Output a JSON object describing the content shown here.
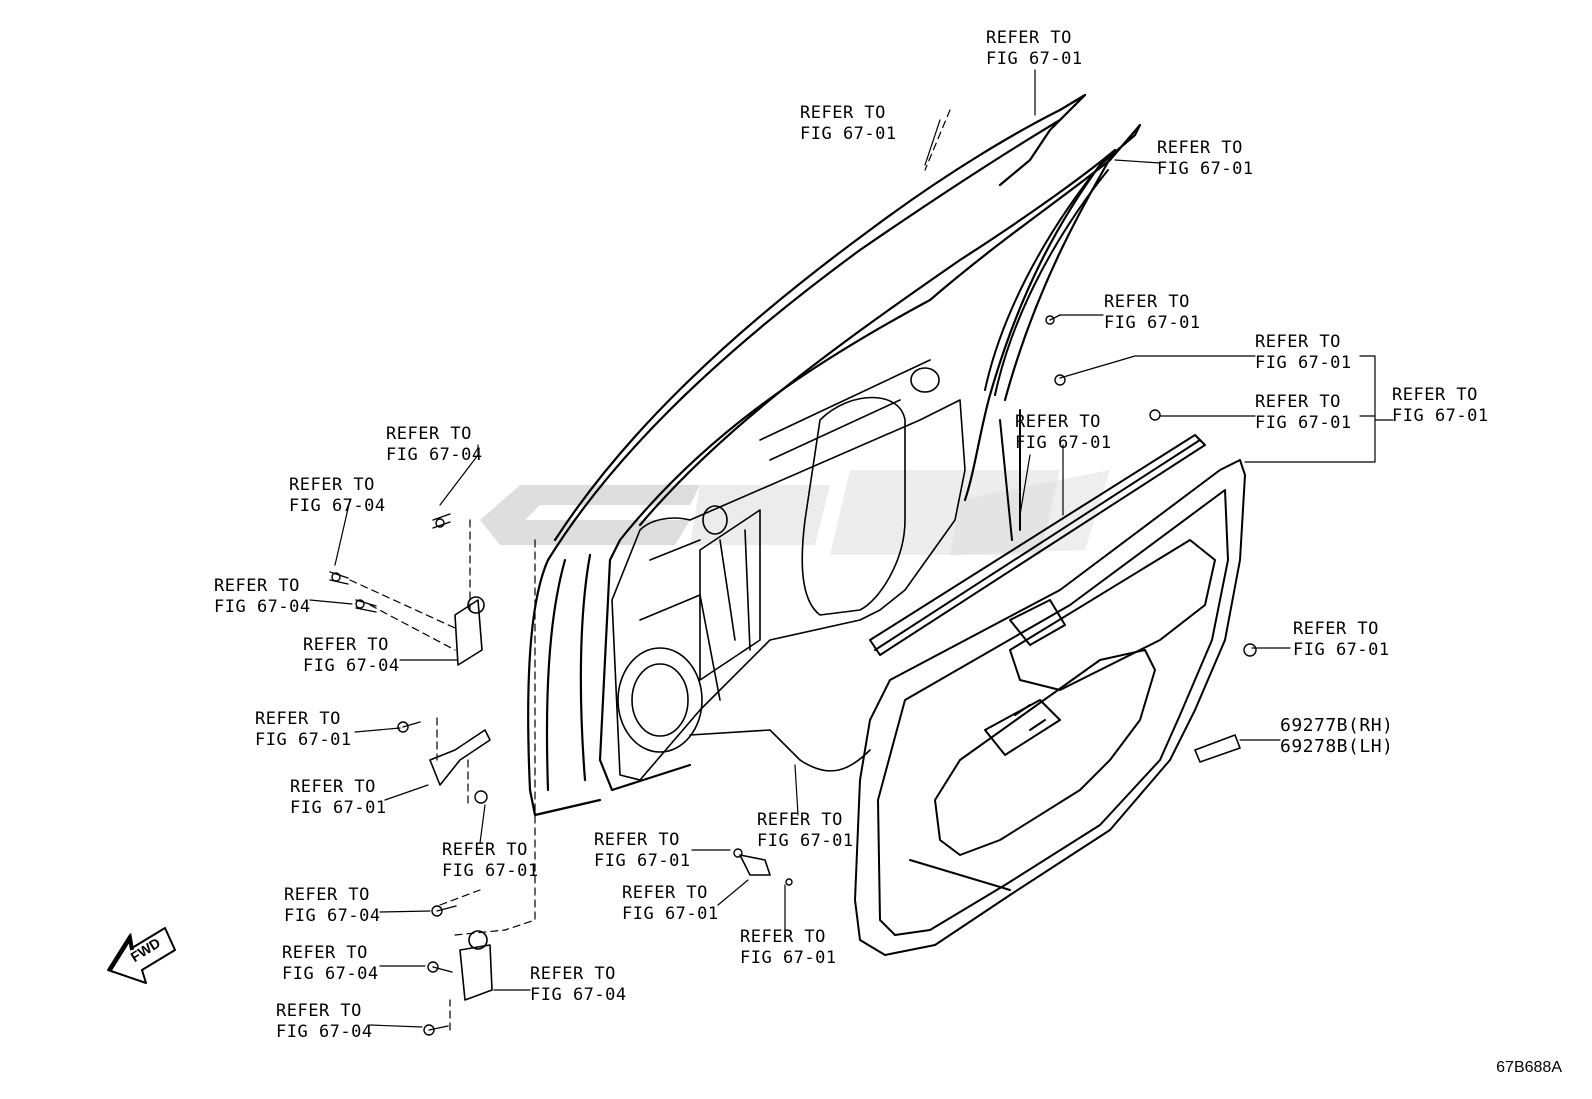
{
  "callouts": {
    "c1": [
      "REFER TO",
      "FIG 67-01"
    ],
    "c2": [
      "REFER TO",
      "FIG 67-01"
    ],
    "c3": [
      "REFER TO",
      "FIG 67-01"
    ],
    "c4": [
      "REFER TO",
      "FIG 67-01"
    ],
    "c5": [
      "REFER TO",
      "FIG 67-01"
    ],
    "c6": [
      "REFER TO",
      "FIG 67-01"
    ],
    "c7": [
      "REFER TO",
      "FIG 67-01"
    ],
    "c8": [
      "REFER TO",
      "FIG 67-01"
    ],
    "c9": [
      "REFER TO",
      "FIG 67-04"
    ],
    "c10": [
      "REFER TO",
      "FIG 67-04"
    ],
    "c11": [
      "REFER TO",
      "FIG 67-04"
    ],
    "c12": [
      "REFER TO",
      "FIG 67-04"
    ],
    "c13": [
      "REFER TO",
      "FIG 67-01"
    ],
    "c14": [
      "REFER TO",
      "FIG 67-01"
    ],
    "c15": [
      "REFER TO",
      "FIG 67-01"
    ],
    "c16": [
      "REFER TO",
      "FIG 67-01"
    ],
    "c17": [
      "REFER TO",
      "FIG 67-01"
    ],
    "c18": [
      "REFER TO",
      "FIG 67-01"
    ],
    "c19": [
      "REFER TO",
      "FIG 67-01"
    ],
    "c20": [
      "REFER TO",
      "FIG 67-04"
    ],
    "c21": [
      "REFER TO",
      "FIG 67-04"
    ],
    "c22": [
      "REFER TO",
      "FIG 67-04"
    ],
    "c23": [
      "REFER TO",
      "FIG 67-04"
    ],
    "c24": [
      "REFER TO",
      "FIG 67-01"
    ]
  },
  "part_numbers": [
    "69277B(RH)",
    "69278B(LH)"
  ],
  "fwd_label": "FWD",
  "drawing_code": "67B688A",
  "colors": {
    "line": "#000000",
    "background": "#ffffff",
    "watermark": "#d9d9d9"
  }
}
